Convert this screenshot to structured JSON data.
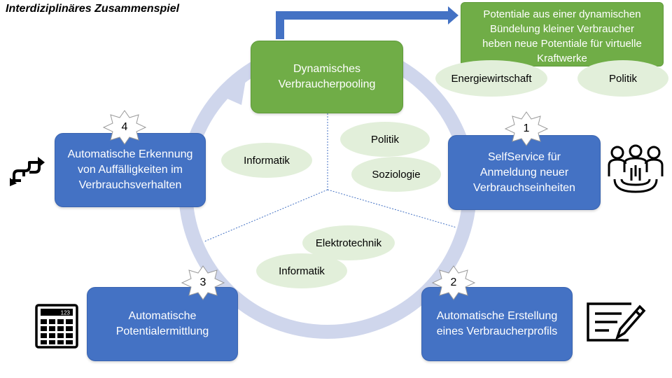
{
  "title": "Interdiziplinäres Zusammenspiel",
  "callout": "Potentiale aus einer dynamischen\nBündelung kleiner Verbraucher\nheben neue Potentiale für virtuelle\nKraftwerke",
  "center_box": "Dynamisches\nVerbraucherpooling",
  "steps": [
    {
      "number": "1",
      "label": "SelfService für\nAnmeldung neuer\nVerbrauchseinheiten"
    },
    {
      "number": "2",
      "label": "Automatische Erstellung\neines Verbraucherprofils"
    },
    {
      "number": "3",
      "label": "Automatische\nPotentialermittlung"
    },
    {
      "number": "4",
      "label": "Automatische Erkennung\nvon Auffälligkeiten im\nVerbrauchsverhalten"
    }
  ],
  "disciplines": {
    "top_left": "Energiewirtschaft",
    "top_right": "Politik",
    "upper_left": "Informatik",
    "upper_right_1": "Politik",
    "upper_right_2": "Soziologie",
    "lower_1": "Elektrotechnik",
    "lower_2": "Informatik"
  },
  "icons": {
    "step1": "people-group-icon",
    "step2": "form-edit-icon",
    "step3": "calculator-icon",
    "step4": "swap-arrows-icon"
  },
  "calculator_display": "123",
  "colors": {
    "blue_box": "#4472C4",
    "green_box": "#70AD47",
    "discipline_ellipse": "#E2EFDA",
    "cycle_ring": "#CFD6EC"
  }
}
